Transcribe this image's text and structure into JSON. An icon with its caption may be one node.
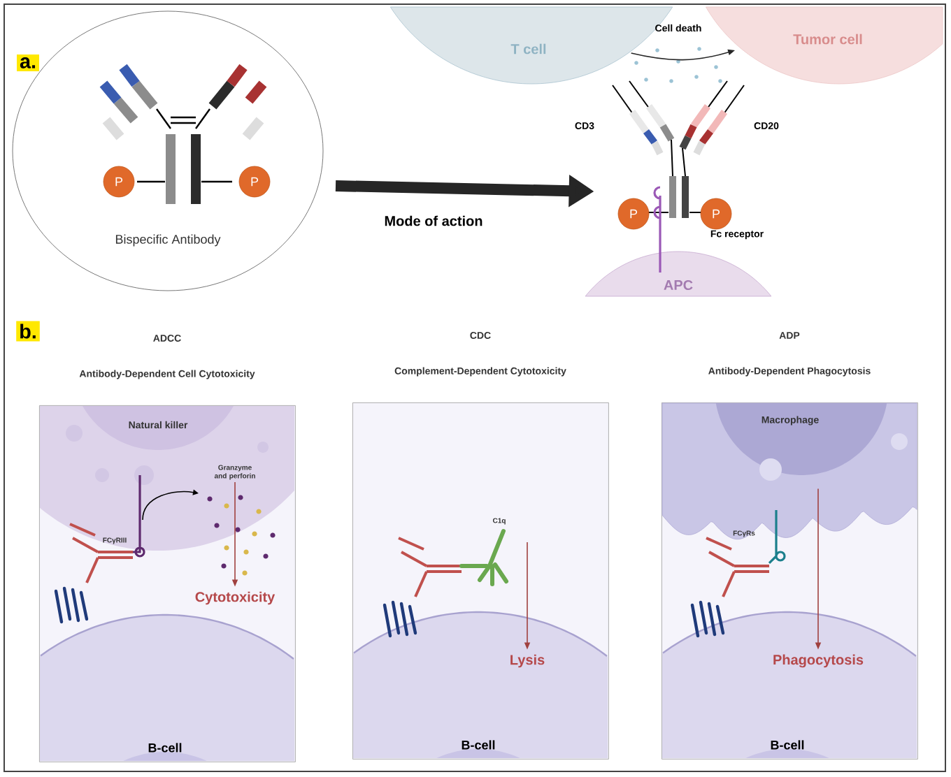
{
  "diagram": {
    "nodes": [
      {
        "text": [
          "Bispecific Antibody"
        ]
      },
      {
        "text": [
          "T cell"
        ]
      },
      {
        "text": [
          "Tumor cell"
        ]
      },
      {
        "text": [
          "APC"
        ]
      },
      {
        "text": [],
        "shape": "picture",
        "beside": [
          "CD3",
          "CD20",
          "Fc receptor"
        ]
      },
      {
        "text": [
          "ADCC",
          "Antibody-Dependent Cell Cytotoxicity"
        ]
      },
      {
        "text": [
          "Natural killer"
        ],
        "in": 5
      },
      {
        "text": [
          "B-cell"
        ],
        "in": 5
      },
      {
        "text": [
          "Cytotoxicity"
        ],
        "in": 5
      },
      {
        "text": [
          "CDC",
          "Complement-Dependent Cytotoxicity"
        ]
      },
      {
        "text": [
          "B-cell"
        ],
        "in": 9
      },
      {
        "text": [
          "Lysis"
        ],
        "in": 10
      },
      {
        "text": [
          "ADP",
          "Antibody-Dependent Phagocytosis"
        ]
      },
      {
        "text": [
          "Macrophage"
        ],
        "in": 12
      },
      {
        "text": [
          "B-cell"
        ],
        "in": 12
      },
      {
        "text": [
          "Phagocytosis"
        ],
        "in": 14
      }
    ],
    "edges": [
      {
        "from": 0,
        "to": 4,
        "arrow": "to",
        "label": "Mode of action",
        "style": "thick",
        "color": "#262626"
      },
      {
        "from": 1,
        "to": 2,
        "arrow": "to",
        "label": "Cell death",
        "color": "#262626"
      },
      {
        "from": 6,
        "to": 8,
        "arrow": "to",
        "color": "#a0413f"
      },
      {
        "from": null,
        "to": 11,
        "arrow": "to",
        "color": "#a0413f"
      },
      {
        "from": 13,
        "to": 15,
        "arrow": "to",
        "color": "#a0413f"
      }
    ],
    "labels": [
      "a.",
      "P",
      "P",
      "P",
      "P",
      "b.",
      "FCγRIII",
      "Granzyme and perforin",
      "C1q",
      "FCγRs"
    ]
  }
}
